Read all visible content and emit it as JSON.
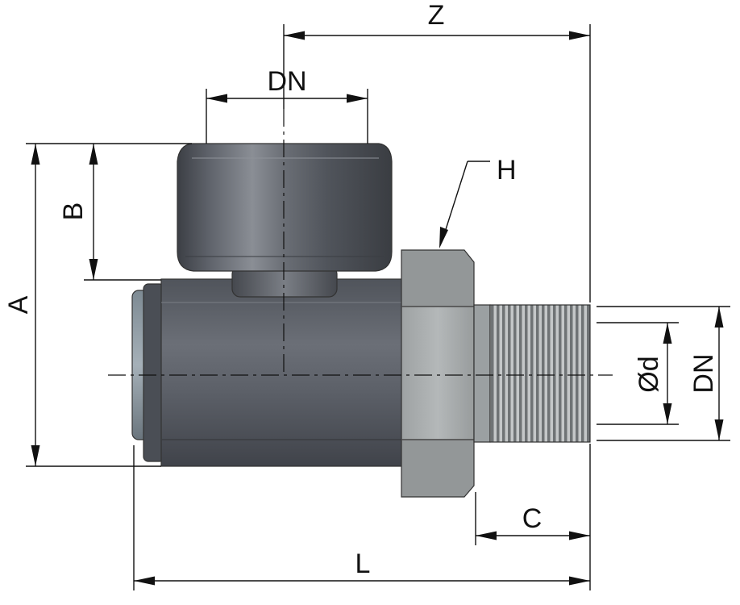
{
  "dimensions": {
    "z": "Z",
    "dn_top": "DN",
    "h": "H",
    "b": "B",
    "a": "A",
    "od": "Ød",
    "dn_right": "DN",
    "c": "C",
    "l": "L"
  },
  "colors": {
    "body_dark": "#545860",
    "body_mid": "#6b7078",
    "nut": "#a9adae",
    "thread": "#8c9092",
    "line": "#111111"
  }
}
